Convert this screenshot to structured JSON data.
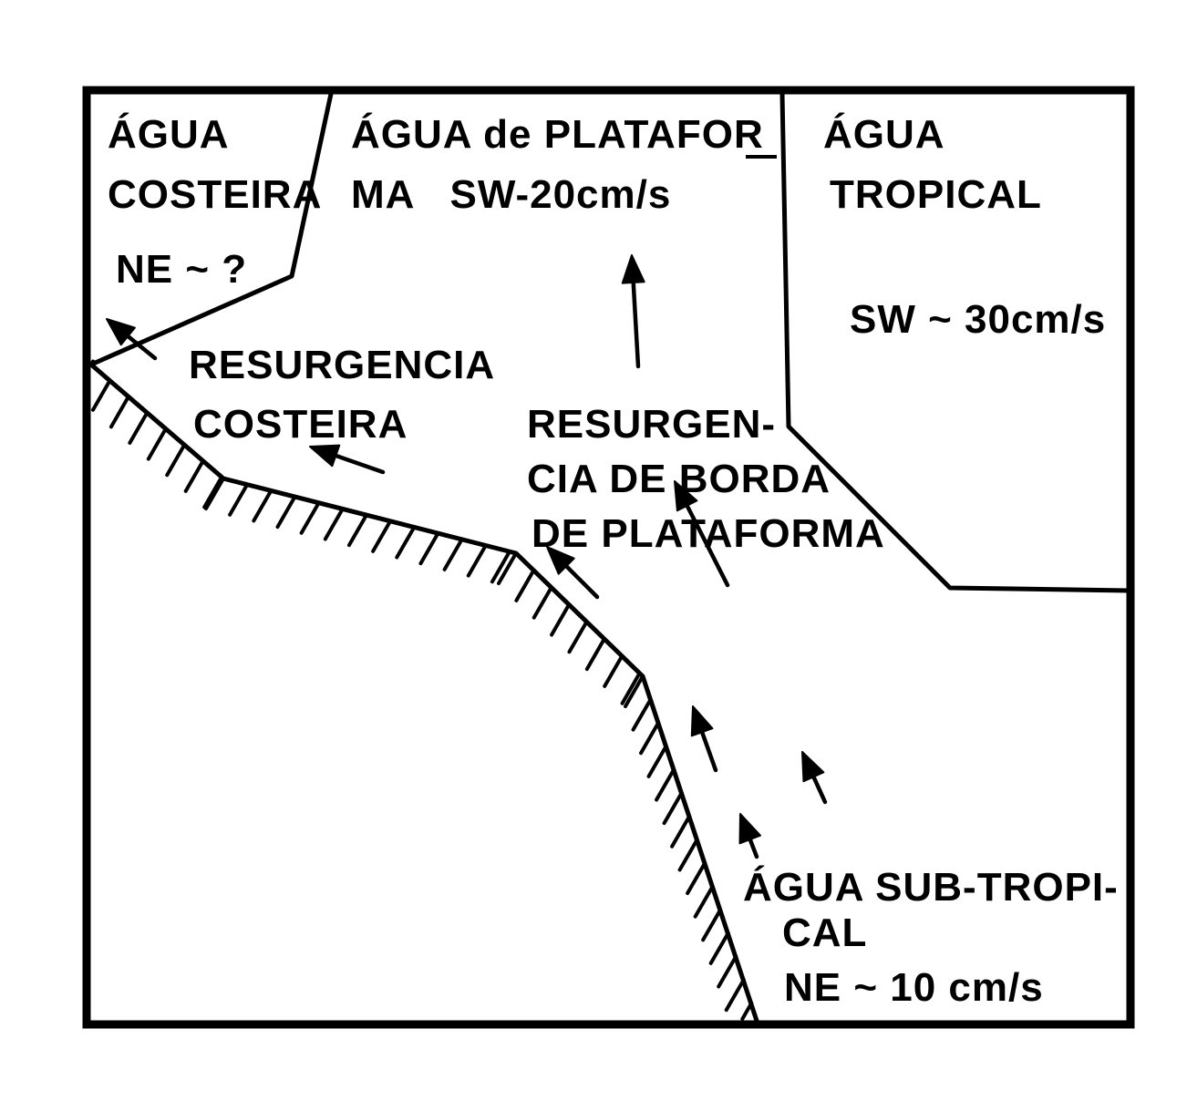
{
  "labels": {
    "coastal_water": {
      "line1": "ÁGUA",
      "line2": "COSTEIRA",
      "line3": "NE ~ ?"
    },
    "shelf_water": {
      "line1": "ÁGUA de PLATAFOR",
      "line2": "MA   SW-20cm/s"
    },
    "tropical_water": {
      "line1": "ÁGUA",
      "line2": "TROPICAL",
      "line3": "SW ~ 30cm/s"
    },
    "coastal_upwelling": {
      "line1": "RESURGENCIA",
      "line2": "COSTEIRA"
    },
    "shelf_break_upwelling": {
      "line1": "RESURGEN-",
      "line2": "CIA DE BORDA",
      "line3": "DE PLATAFORMA"
    },
    "subtropical_water": {
      "line1": "ÁGUA SUB-TROPI-",
      "line2": "CAL",
      "line3": "NE ~ 10 cm/s"
    }
  },
  "colors": {
    "ink": "#000000",
    "paper": "#ffffff"
  }
}
